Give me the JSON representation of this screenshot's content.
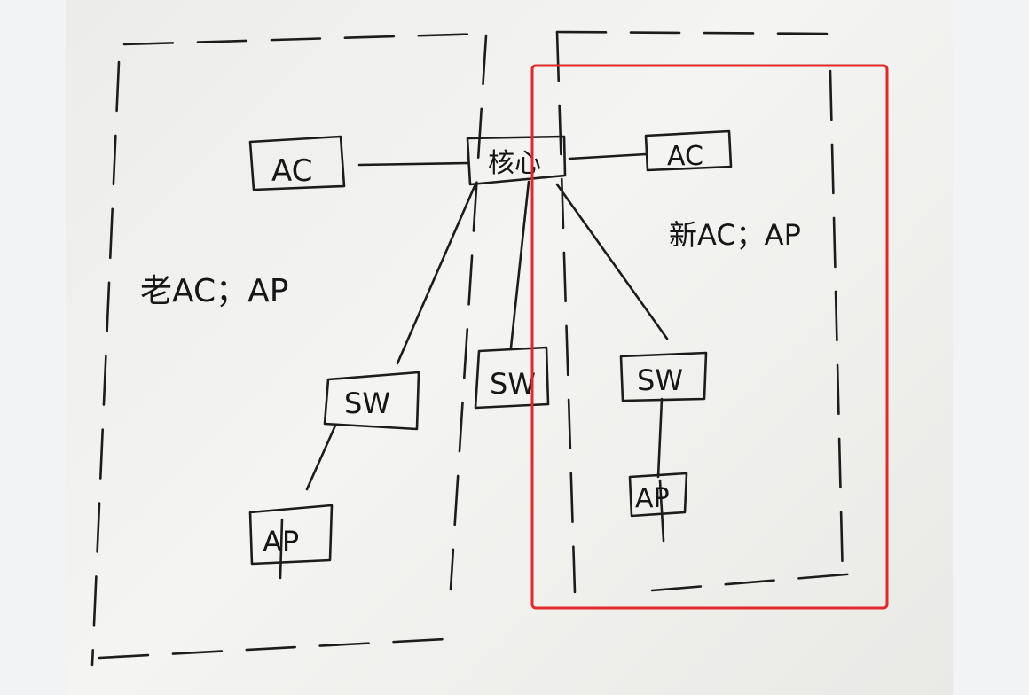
{
  "diagram": {
    "nodes": {
      "core": "核心",
      "old_ac": "AC",
      "new_ac": "AC",
      "sw_left": "SW",
      "sw_mid": "SW",
      "sw_right": "SW",
      "ap_left": "AP",
      "ap_right": "AP"
    },
    "regions": {
      "old_label": "老AC；AP",
      "new_label": "新AC；AP"
    },
    "edges": [
      [
        "core",
        "old_ac"
      ],
      [
        "core",
        "new_ac"
      ],
      [
        "core",
        "sw_left"
      ],
      [
        "core",
        "sw_mid"
      ],
      [
        "core",
        "sw_right"
      ],
      [
        "sw_left",
        "ap_left"
      ],
      [
        "sw_right",
        "ap_right"
      ]
    ],
    "highlight": {
      "color": "#e02a2a"
    }
  }
}
